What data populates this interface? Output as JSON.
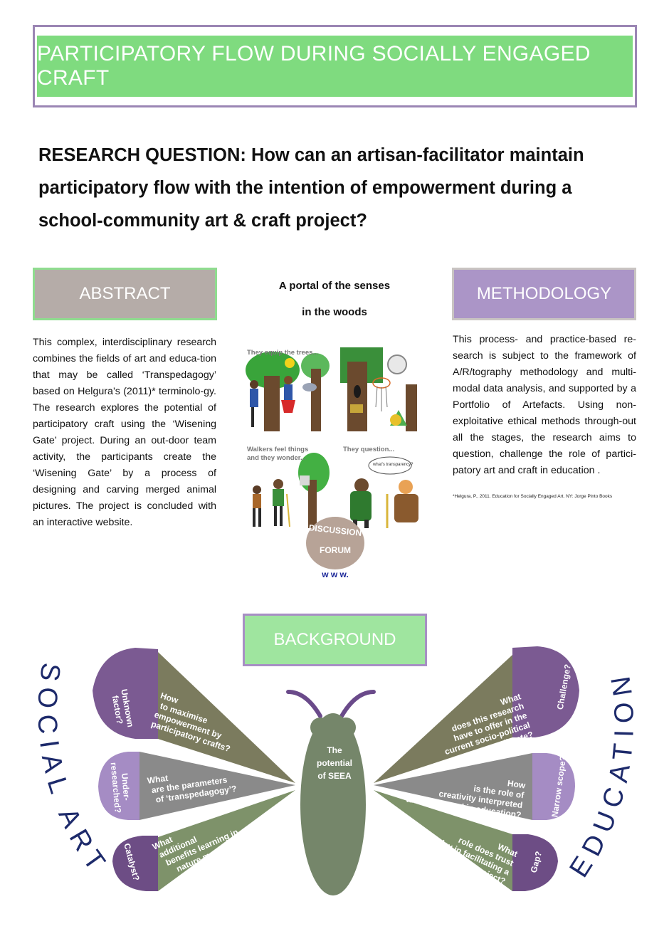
{
  "title": "PARTICIPATORY FLOW DURING SOCIALLY ENGAGED CRAFT",
  "research_question": {
    "line1": "RESEARCH QUESTION: How can an artisan-facilitator maintain",
    "line2": "participatory flow with the intention of empowerment during a",
    "line3": "school-community art & craft project?"
  },
  "abstract": {
    "heading": "ABSTRACT",
    "text": "This complex, interdisciplinary research combines the fields of art and educa-tion that may be called ‘Transpedagogy’ based on Helgura’s (2011)* terminolo-gy. The research explores the potential of participatory craft using the ‘Wisening Gate’ project. During an out-door team activity, the participants create the ‘Wisening Gate’ by a process of designing and carving merged animal pictures. The project is concluded with an interactive website."
  },
  "portal": {
    "line1": "A portal of the senses",
    "line2": "in the woods",
    "panel1_caption": "They equip the trees...",
    "panel3_caption1": "Walkers feel things",
    "panel3_caption2": "and they wonder...",
    "panel4_caption": "They question...",
    "panel4_bubble": "what's transparency?",
    "forum_line1": "DISCUSSION",
    "forum_line2": "FORUM",
    "forum_www": "w w w."
  },
  "methodology": {
    "heading": "METHODOLOGY",
    "text": "This process- and practice-based re-search is subject to the framework of A/R/tography methodology and multi-modal data analysis, and supported by a Portfolio of Artefacts. Using non-exploitative ethical methods through-out all the stages, the research aims to question, challenge the role of partici-patory art and craft in education .",
    "footnote": "*Helgura, P., 2011. Education for Socially Engaged Art. NY: Jorge Pinto Books"
  },
  "background": {
    "heading": "BACKGROUND",
    "left_arc": "SOCIAL ART",
    "right_arc": "EDUCATION",
    "body_label": [
      "The",
      "potential",
      "of SEEA"
    ],
    "left_tabs": [
      [
        "Unknown",
        "factor?"
      ],
      [
        "Under-",
        "researched?"
      ],
      [
        "Catalyst?"
      ]
    ],
    "right_tabs": [
      [
        "Challenge?"
      ],
      [
        "Narrow scope?"
      ],
      [
        "Gap?"
      ]
    ],
    "left_wedges": [
      [
        "How",
        "to maximise",
        "empowerment by",
        "participatory crafts?"
      ],
      [
        "What",
        "are the parameters",
        "of ‘transpedagogy’?"
      ],
      [
        "What",
        "additional",
        "benefits learning in",
        "nature  may contribute?"
      ]
    ],
    "right_wedges": [
      [
        "What",
        "does this research",
        "have  to offer in the",
        "current socio-political",
        "climate?"
      ],
      [
        "How",
        "is the role of",
        "creativity interpreted",
        "and embraced in education?"
      ],
      [
        "What",
        "role does trust",
        "play in facilitating a",
        "participatory craft project?"
      ]
    ]
  },
  "colors": {
    "green": "#7fdb7f",
    "purple_dark": "#7b5a92",
    "purple_mid": "#a58cc4",
    "olive": "#7b7b5e",
    "grey": "#8a8a8a",
    "sage": "#7e926a",
    "navy_text": "#1d2a6b",
    "butterfly_body": "#75866a"
  }
}
